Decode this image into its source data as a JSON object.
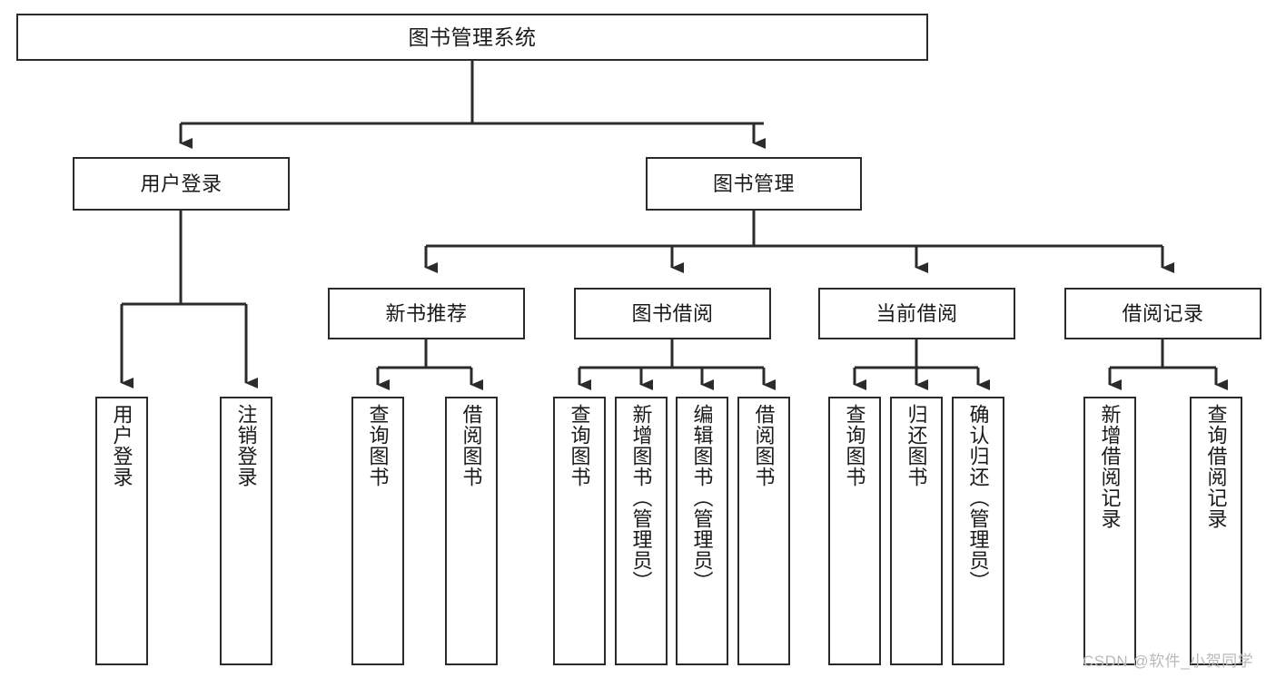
{
  "diagram": {
    "title": "图书管理系统",
    "type": "tree",
    "orientation": "top-down",
    "colors": {
      "box_border": "#2b2b2b",
      "box_fill": "#ffffff",
      "connector": "#2b2b2b",
      "background": "#ffffff",
      "watermark": "#b9b9b9"
    }
  },
  "root": {
    "label": "图书管理系统"
  },
  "level2": [
    {
      "label": "用户登录"
    },
    {
      "label": "图书管理"
    }
  ],
  "level3": [
    {
      "label": "新书推荐"
    },
    {
      "label": "图书借阅"
    },
    {
      "label": "当前借阅"
    },
    {
      "label": "借阅记录"
    }
  ],
  "leaves": {
    "user_login": [
      {
        "label": "用户登录"
      },
      {
        "label": "注销登录"
      }
    ],
    "new_book": [
      {
        "label": "查询图书"
      },
      {
        "label": "借阅图书"
      }
    ],
    "book_borrow": [
      {
        "label": "查询图书"
      },
      {
        "label": "新增图书（管理员）"
      },
      {
        "label": "编辑图书（管理员）"
      },
      {
        "label": "借阅图书"
      }
    ],
    "current_borrow": [
      {
        "label": "查询图书"
      },
      {
        "label": "归还图书"
      },
      {
        "label": "确认归还（管理员）"
      }
    ],
    "borrow_record": [
      {
        "label": "新增借阅记录"
      },
      {
        "label": "查询借阅记录"
      }
    ]
  },
  "watermark": {
    "text": "CSDN @软件_小贺同学"
  }
}
